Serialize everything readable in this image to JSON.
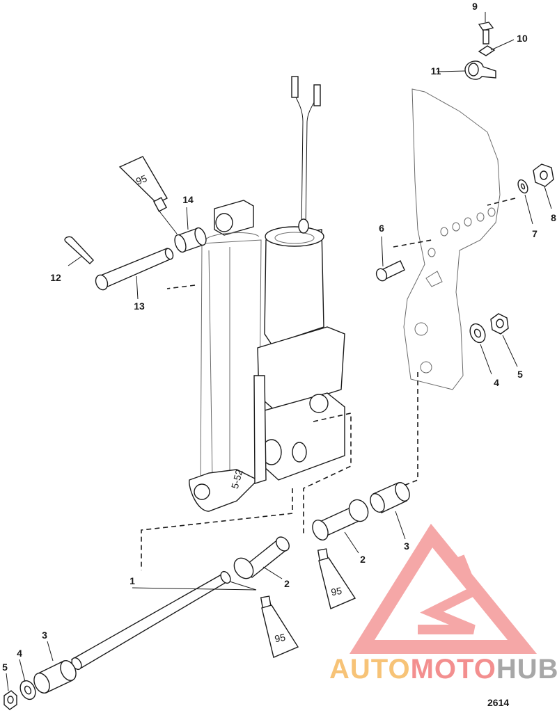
{
  "callouts": {
    "c1": "1",
    "c2a": "2",
    "c2b": "2",
    "c3a": "3",
    "c3b": "3",
    "c4a": "4",
    "c4b": "4",
    "c5a": "5",
    "c5b": "5",
    "c6": "6",
    "c7": "7",
    "c8": "8",
    "c9": "9",
    "c10": "10",
    "c11": "11",
    "c12": "12",
    "c13": "13",
    "c14": "14"
  },
  "sealant_tubes": {
    "t1": "95",
    "t2": "95",
    "t3": "95"
  },
  "figure_number": "2614",
  "watermark": {
    "part1": "AUTO",
    "part2": "MOTO",
    "part3": "HUB",
    "colors": {
      "logo": "#f28a8a",
      "auto": "#f5b04a",
      "moto": "#f06a6a",
      "hub": "#8a8a8a"
    }
  }
}
